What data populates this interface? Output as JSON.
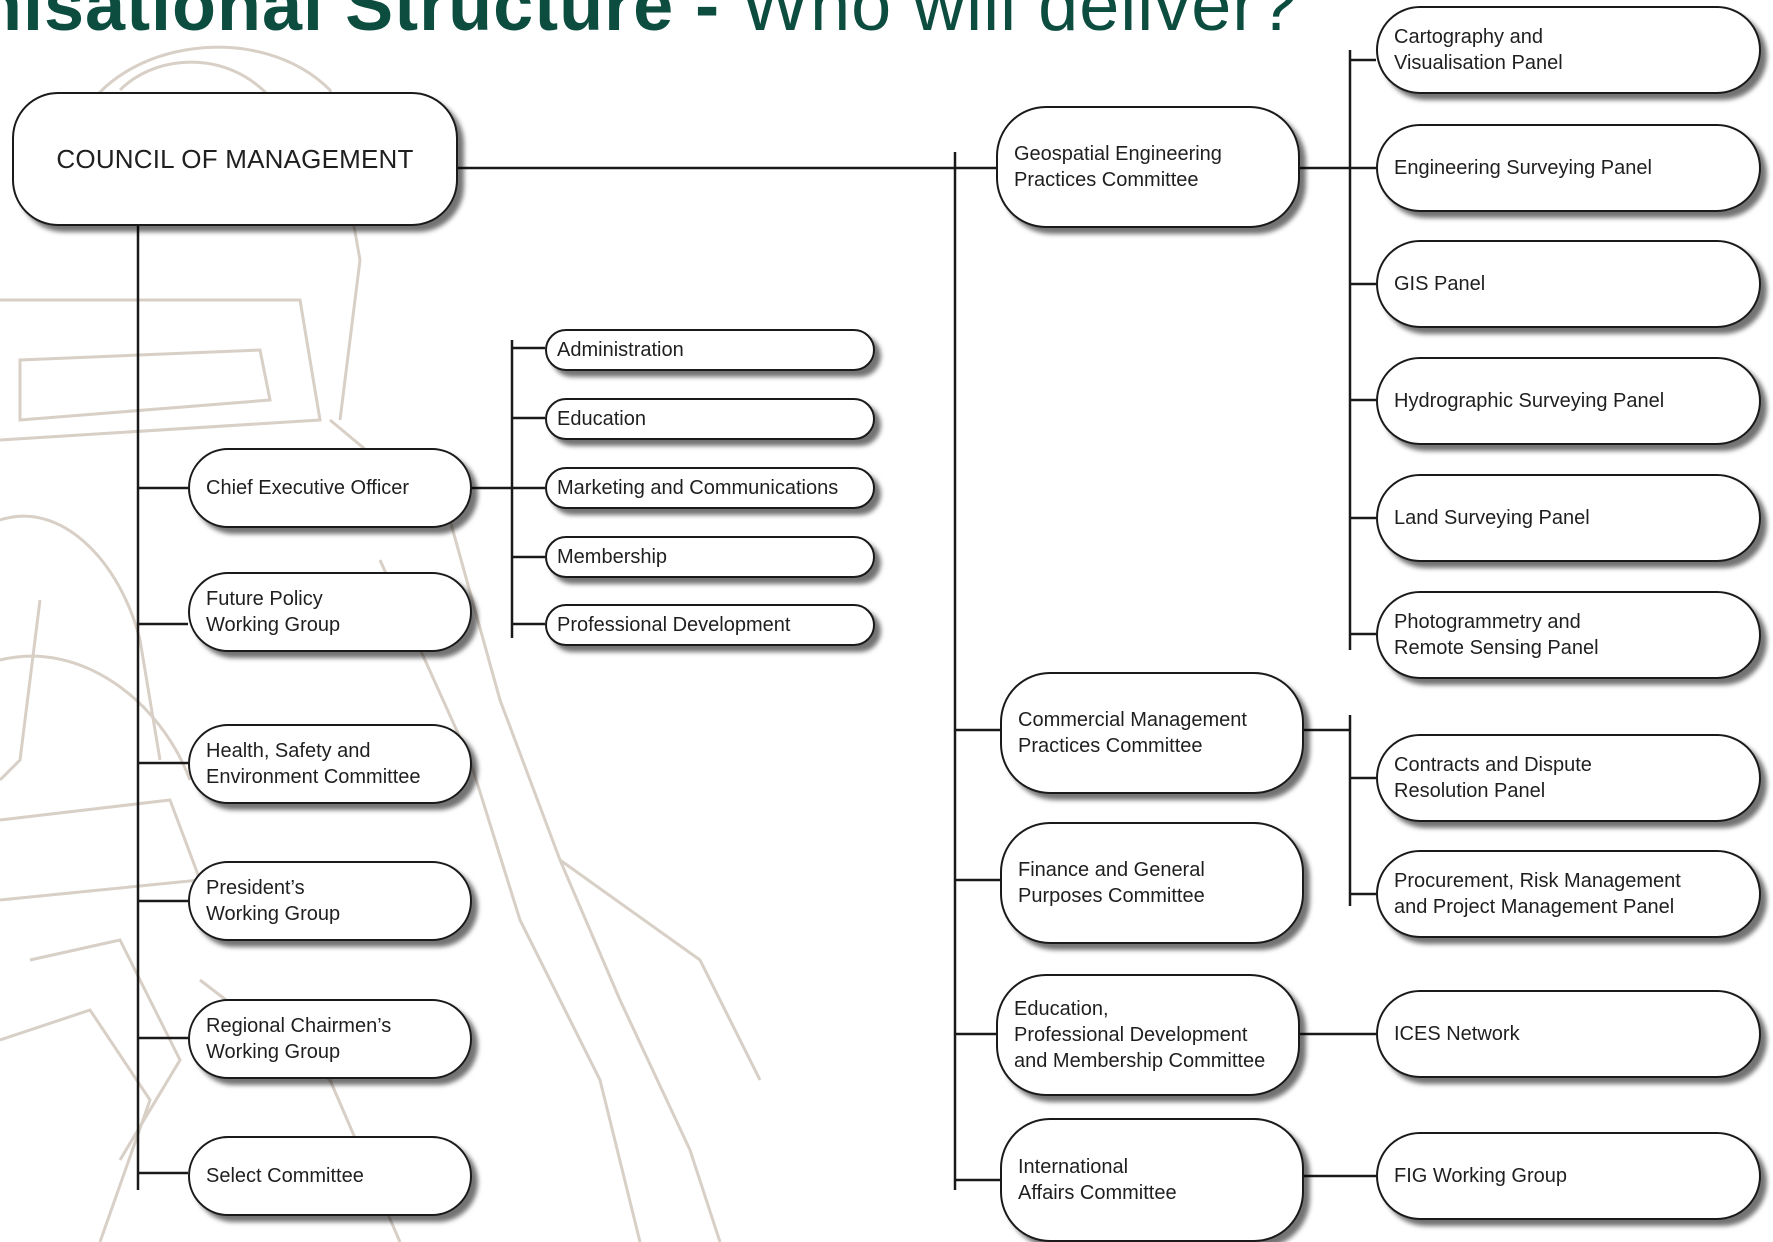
{
  "title": {
    "bold": "nisational Structure - ",
    "light": "Who will deliver?"
  },
  "colors": {
    "title": "#0d4d3f",
    "line": "#1a1a1a",
    "watermark": "#d8cfc6"
  },
  "council": "COUNCIL OF MANAGEMENT",
  "left_column": [
    "Chief Executive Officer",
    "Future Policy\nWorking Group",
    "Health, Safety and\nEnvironment Committee",
    "President’s\nWorking Group",
    "Regional Chairmen’s\nWorking Group",
    "Select Committee"
  ],
  "ceo_departments": [
    "Administration",
    "Education",
    "Marketing and Communications",
    "Membership",
    "Professional Development"
  ],
  "committees": [
    "Geospatial Engineering\nPractices Committee",
    "Commercial Management\nPractices Committee",
    "Finance and General\nPurposes Committee",
    "Education,\nProfessional Development\nand Membership Committee",
    "International\nAffairs Committee"
  ],
  "geospatial_panels": [
    "Cartography and\nVisualisation Panel",
    "Engineering Surveying Panel",
    "GIS Panel",
    "Hydrographic Surveying Panel",
    "Land Surveying Panel",
    "Photogrammetry and\nRemote Sensing Panel"
  ],
  "commercial_panels": [
    "Contracts and Dispute\nResolution Panel",
    "Procurement, Risk Management\nand Project Management Panel"
  ],
  "education_link": "ICES Network",
  "international_link": "FIG Working Group"
}
